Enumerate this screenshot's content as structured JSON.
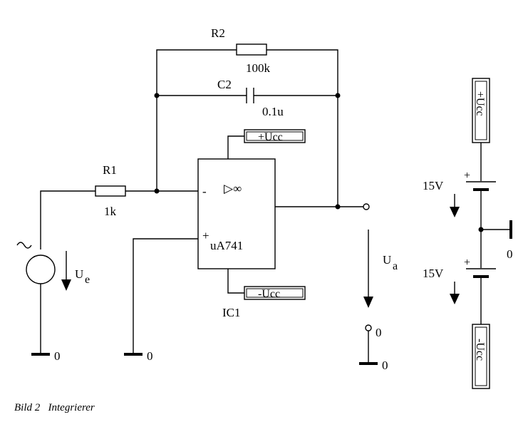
{
  "components": {
    "r2": {
      "name": "R2",
      "value": "100k"
    },
    "c2": {
      "name": "C2",
      "value": "0.1u"
    },
    "r1": {
      "name": "R1",
      "value": "1k"
    },
    "opamp": {
      "symbol": "▷∞",
      "minus": "-",
      "plus": "+",
      "model": "uA741",
      "designator": "IC1"
    },
    "supply_pos_label": "+Ucc",
    "supply_neg_label": "-Ucc",
    "input_voltage": {
      "symbol": "U",
      "subscript": "e"
    },
    "output_voltage": {
      "symbol": "U",
      "subscript": "a"
    },
    "ground_label": "0",
    "output_ground_terminal": "0",
    "battery_top": "15V",
    "battery_bottom": "15V",
    "battery_plus": "+",
    "rail_pos_label": "+Ucc",
    "rail_neg_label": "-Ucc"
  },
  "caption": "Bild 2   Integrierer"
}
